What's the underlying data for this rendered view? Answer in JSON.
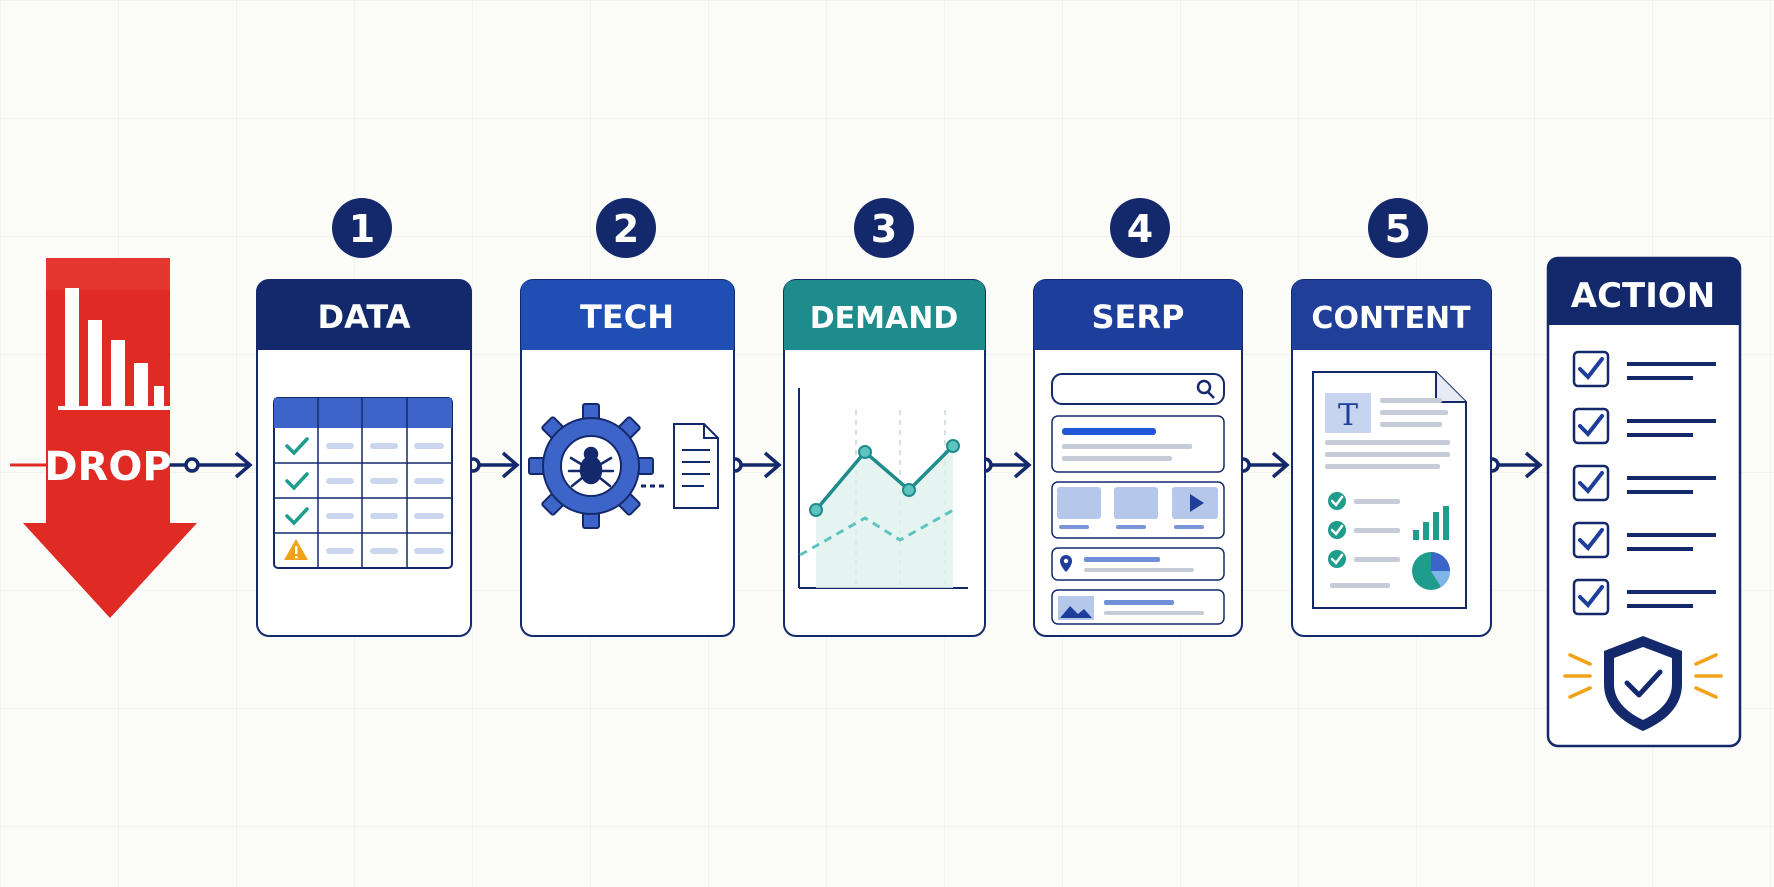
{
  "drop": {
    "label": "DROP",
    "color": "#e02a24"
  },
  "steps": [
    {
      "num": "1",
      "title": "DATA",
      "color": "#13296b"
    },
    {
      "num": "2",
      "title": "TECH",
      "color": "#1f4fb3"
    },
    {
      "num": "3",
      "title": "DEMAND",
      "color": "#1e8c8c"
    },
    {
      "num": "4",
      "title": "SERP",
      "color": "#1d3e9a"
    },
    {
      "num": "5",
      "title": "CONTENT",
      "color": "#1f3f98"
    }
  ],
  "action": {
    "title": "ACTION",
    "color": "#13296b"
  },
  "colors": {
    "navy": "#13296b",
    "teal": "#1e8c8c",
    "blue": "#3d64c8",
    "warning": "#f0a318"
  },
  "icons": [
    "bar-chart-icon",
    "check-icon",
    "warning-icon",
    "gear-icon",
    "bug-icon",
    "document-icon",
    "search-icon",
    "play-icon",
    "location-pin-icon",
    "image-icon",
    "text-icon",
    "pie-chart-icon",
    "checkbox-icon",
    "shield-check-icon"
  ]
}
